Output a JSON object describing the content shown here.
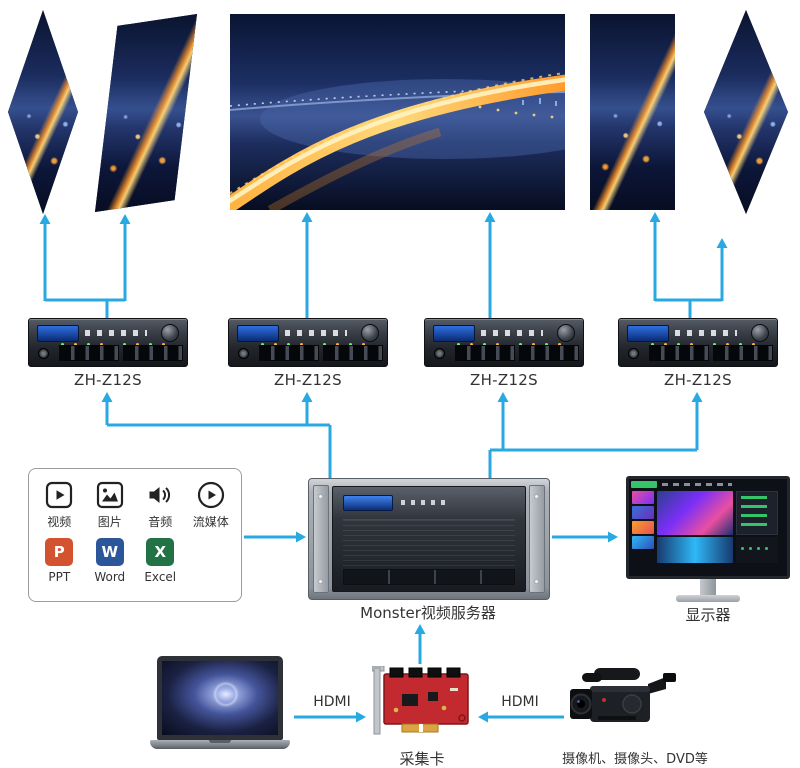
{
  "colors": {
    "arrow": "#29a9e1",
    "label": "#333333",
    "ppt": "#d35230",
    "word": "#2b579a",
    "excel": "#217346"
  },
  "processors": {
    "units": [
      {
        "label": "ZH-Z12S"
      },
      {
        "label": "ZH-Z12S"
      },
      {
        "label": "ZH-Z12S"
      },
      {
        "label": "ZH-Z12S"
      }
    ]
  },
  "server": {
    "label": "Monster视频服务器"
  },
  "monitor": {
    "label": "显示器"
  },
  "media_box": {
    "items": [
      {
        "label": "视频",
        "icon": "video-icon"
      },
      {
        "label": "图片",
        "icon": "image-icon"
      },
      {
        "label": "音频",
        "icon": "audio-icon"
      },
      {
        "label": "流媒体",
        "icon": "stream-icon"
      },
      {
        "label": "PPT",
        "icon": "ppt-icon",
        "letter": "P"
      },
      {
        "label": "Word",
        "icon": "word-icon",
        "letter": "W"
      },
      {
        "label": "Excel",
        "icon": "excel-icon",
        "letter": "X"
      }
    ]
  },
  "capture_card": {
    "label": "采集卡"
  },
  "camera": {
    "label": "摄像机、摄像头、DVD等"
  },
  "links": {
    "laptop_to_card": "HDMI",
    "camera_to_card": "HDMI"
  }
}
